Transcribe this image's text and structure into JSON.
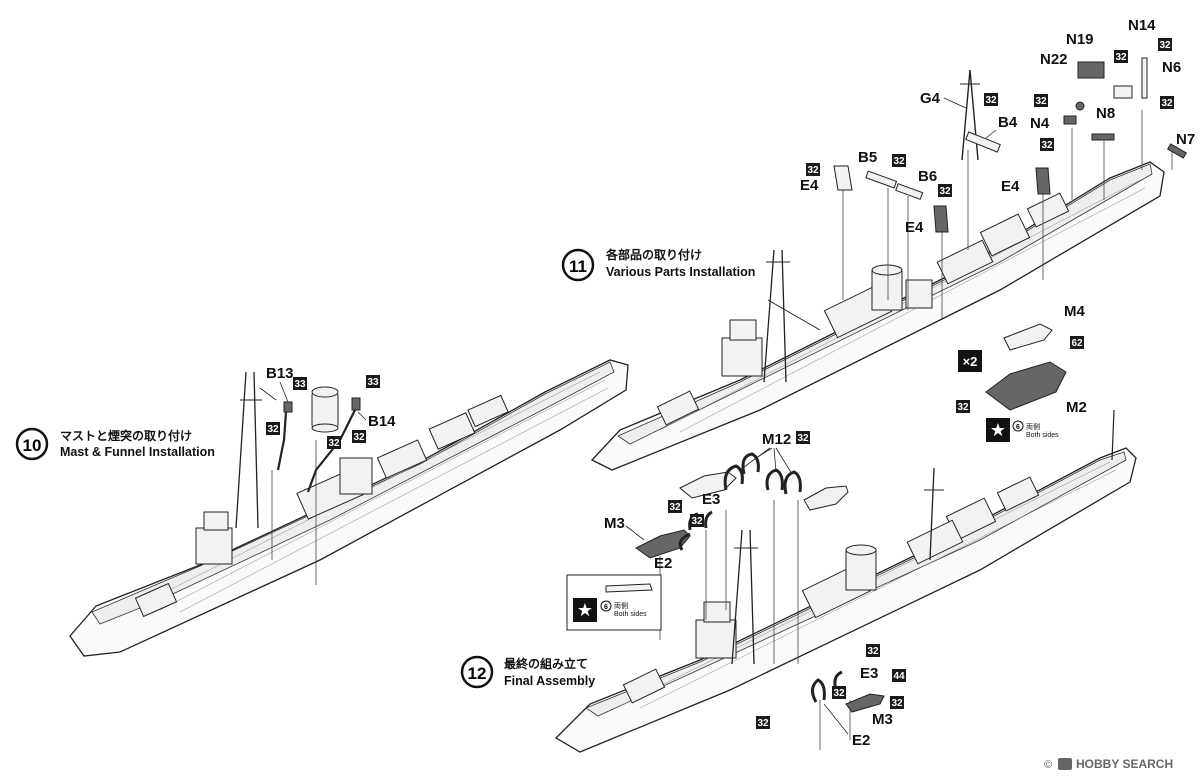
{
  "steps": [
    {
      "number": "10",
      "title_jp": "マストと煙突の取り付け",
      "title_en": "Mast & Funnel Installation"
    },
    {
      "number": "11",
      "title_jp": "各部品の取り付け",
      "title_en": "Various Parts Installation"
    },
    {
      "number": "12",
      "title_jp": "最終の組み立て",
      "title_en": "Final Assembly"
    }
  ],
  "part_labels": {
    "B13": "B13",
    "B14": "B14",
    "G4": "G4",
    "B4": "B4",
    "B5": "B5",
    "B6": "B6",
    "E4": "E4",
    "N4": "N4",
    "N6": "N6",
    "N7": "N7",
    "N8": "N8",
    "N14": "N14",
    "N19": "N19",
    "N22": "N22",
    "M2": "M2",
    "M3": "M3",
    "M4": "M4",
    "M12": "M12",
    "E2": "E2",
    "E3": "E3"
  },
  "paint_codes": {
    "c32": "32",
    "c33": "33",
    "c44": "44",
    "c62": "62",
    "c6": "6"
  },
  "notes": {
    "times_two": "×2",
    "both_sides_jp": "両側",
    "both_sides_en": "Both sides"
  },
  "watermark": {
    "brand": "HOBBY SEARCH",
    "copyright": "©"
  },
  "colors": {
    "paint_tag": "#1a1a1a",
    "line_art": "#222222",
    "page": "#ffffff"
  }
}
